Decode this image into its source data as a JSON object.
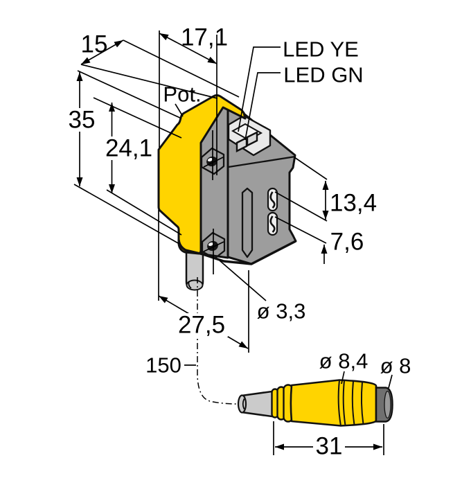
{
  "drawing_type": "sensor-dimension-drawing",
  "units_hint": "mm (comma decimal separator)",
  "colors": {
    "housing_yellow": "#FFD400",
    "body_gray": "#9D9D9D",
    "recess_light": "#E9E9E9",
    "window_gray": "#D9D9D9",
    "cable_gray": "#CBCBCB",
    "connector_tip_gray": "#707070",
    "line_black": "#111111",
    "background": "#FFFFFF"
  },
  "annotations": {
    "d15": "15",
    "d17_1": "17,1",
    "d35": "35",
    "d24_1": "24,1",
    "d13_4": "13,4",
    "d7_6": "7,6",
    "d27_5": "27,5",
    "d150": "150",
    "d31": "31",
    "dia3_3": "ø 3,3",
    "dia8_4": "ø 8,4",
    "dia8": "ø 8",
    "pot": "Pot.",
    "led_ye": "LED YE",
    "led_gn": "LED GN"
  }
}
